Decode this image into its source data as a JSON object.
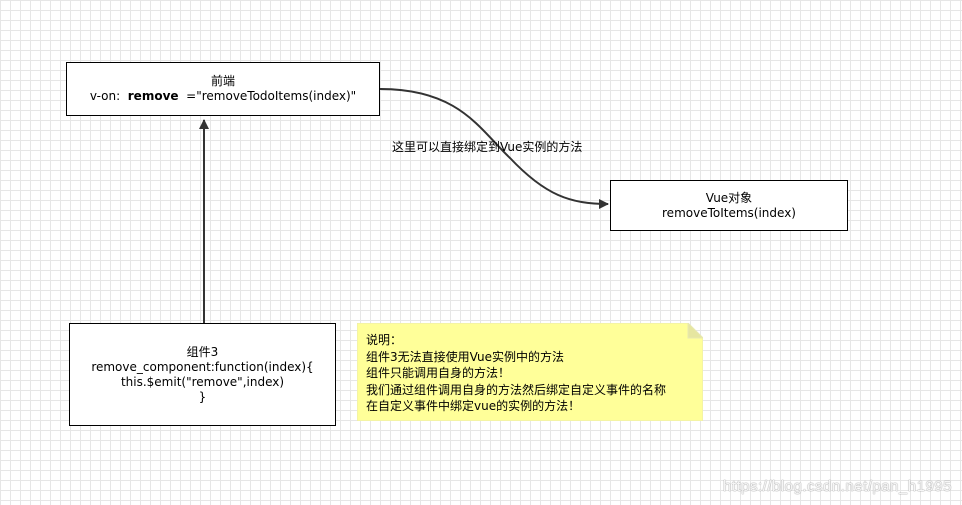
{
  "frontend_box": {
    "line1": "前端",
    "line2_prefix": "v-on:  ",
    "line2_event": "remove",
    "line2_suffix": "  =\"removeTodoItems(index)\""
  },
  "vue_box": {
    "line1": "Vue对象",
    "line2": "removeToItems(index)"
  },
  "component_box": {
    "line1": "组件3",
    "line2": "remove_component:function(index){",
    "line3": "this.$emit(\"remove\",index)",
    "line4": "}"
  },
  "edge_label": "这里可以直接绑定到Vue实例的方法",
  "note": {
    "lines": [
      "说明：",
      "组件3无法直接使用Vue实例中的方法",
      "组件只能调用自身的方法！",
      "我们通过组件调用自身的方法然后绑定自定义事件的名称",
      "在自定义事件中绑定vue的实例的方法！"
    ],
    "fill_color": "#ffff99",
    "fold_color": "#e6e6a0"
  },
  "watermark": "https://blog.csdn.net/pan_h1995"
}
